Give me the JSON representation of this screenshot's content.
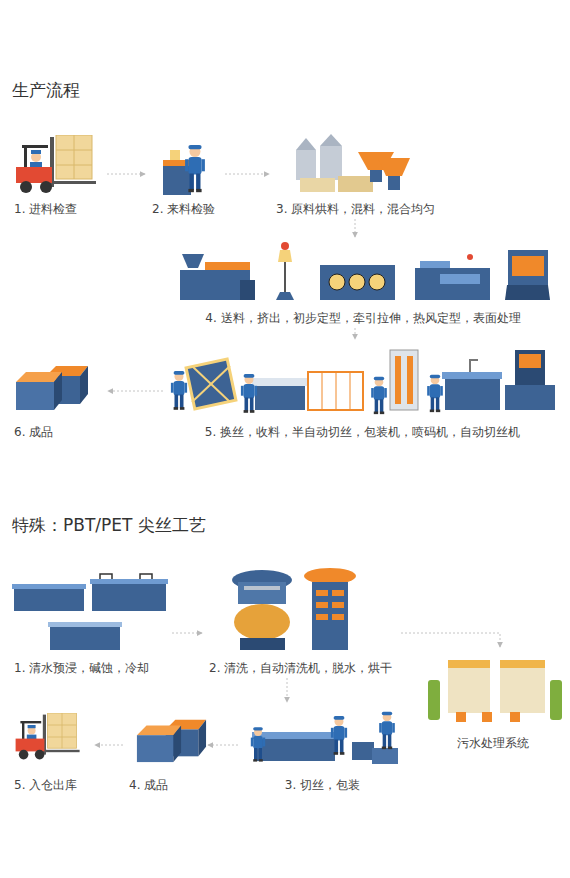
{
  "diagram": {
    "nodes": [
      {
        "text": [
          "1. 进料检查"
        ]
      },
      {
        "text": [
          "2. 来料检验"
        ]
      },
      {
        "text": [
          "3. 原料烘料，混料，混合均匀"
        ]
      },
      {
        "text": [
          "4. 送料，挤出，初步定型，牵引拉伸，热风定型，表面处理"
        ]
      },
      {
        "text": [
          "5. 换丝，收料，半自动切丝，包装机，喷码机，自动切丝机"
        ]
      },
      {
        "text": [
          "6. 成品"
        ]
      },
      {
        "text": [
          "1. 清水预浸，碱蚀，冷却"
        ]
      },
      {
        "text": [
          "2. 清洗，自动清洗机，脱水，烘干"
        ]
      },
      {
        "text": [
          "污水处理系统"
        ]
      },
      {
        "text": [
          "3. 切丝，包装"
        ]
      },
      {
        "text": [
          "4. 成品"
        ]
      },
      {
        "text": [
          "5. 入仓出库"
        ]
      }
    ],
    "edges": [
      {
        "from": 0,
        "to": 1,
        "arrow": "to"
      },
      {
        "from": 1,
        "to": 2,
        "arrow": "to"
      },
      {
        "from": 2,
        "to": 3,
        "arrow": "to"
      },
      {
        "from": 3,
        "to": 4,
        "arrow": "to"
      },
      {
        "from": 4,
        "to": 5,
        "arrow": "to"
      },
      {
        "from": 6,
        "to": 7,
        "arrow": "to"
      },
      {
        "from": 7,
        "to": 8,
        "arrow": "to"
      },
      {
        "from": 7,
        "to": 9,
        "arrow": "to"
      },
      {
        "from": 9,
        "to": 10,
        "arrow": "to"
      },
      {
        "from": 10,
        "to": 11,
        "arrow": "to"
      }
    ],
    "labels": [
      "生产流程",
      "特殊：PBT/PET 尖丝工艺"
    ]
  }
}
